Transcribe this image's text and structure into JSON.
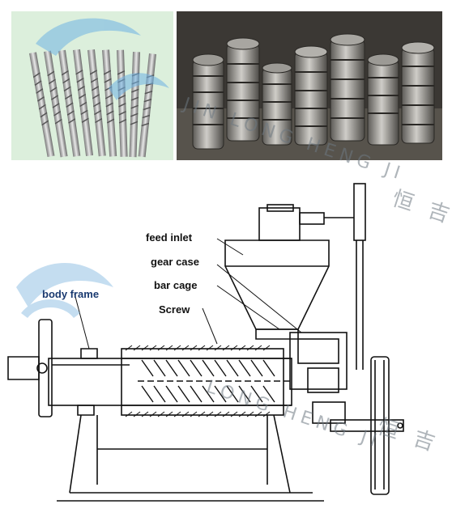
{
  "photos": {
    "left": {
      "description_icon": "screw-shafts-photo"
    },
    "right": {
      "description_icon": "screw-elements-photo"
    }
  },
  "labels": {
    "feed_inlet": "feed inlet",
    "gear_case": "gear case",
    "bar_cage": "bar cage",
    "screw": "Screw",
    "body_frame": "body frame"
  },
  "watermark": {
    "text_upper": "JIN LONG HENG JI",
    "cn_upper": "恒 吉",
    "text_lower": "LONG HENG JI",
    "cn_lower": "恒 吉"
  },
  "colors": {
    "line": "#111111",
    "label_accent": "#1a3a70",
    "watermark": "#6fa8d8"
  }
}
